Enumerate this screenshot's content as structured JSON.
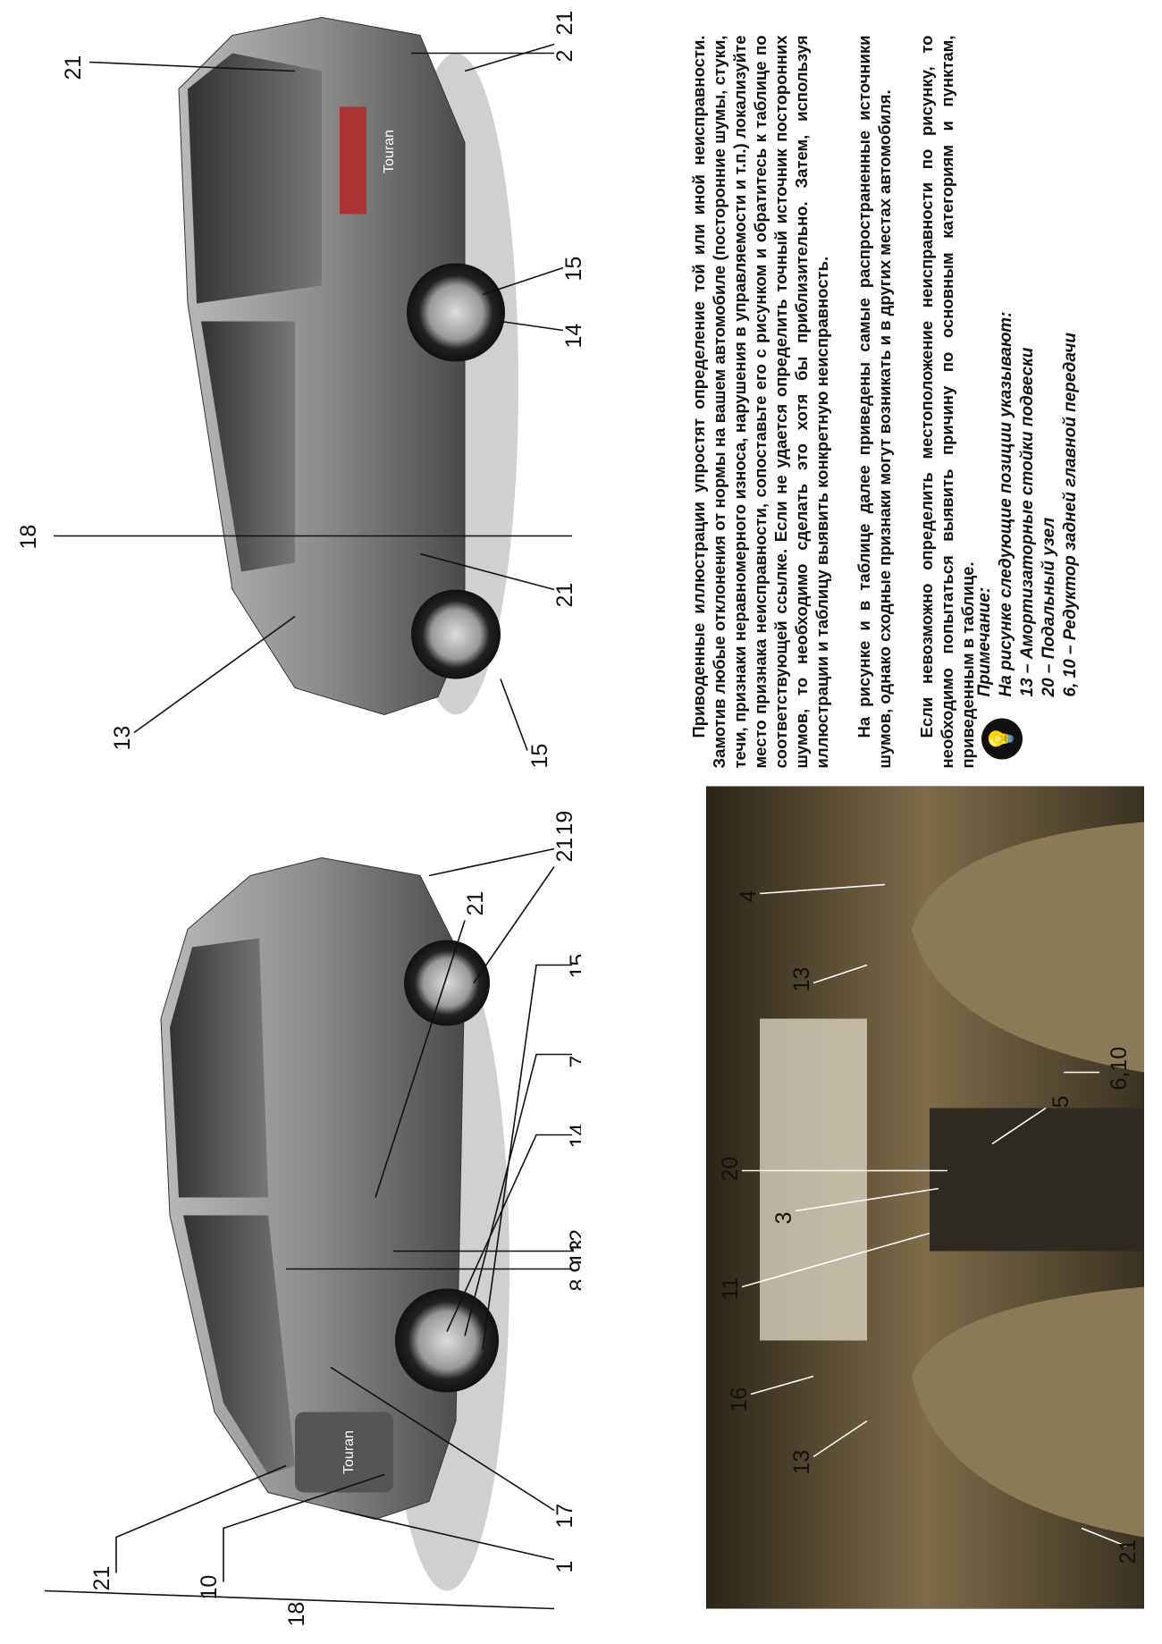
{
  "callouts": {
    "front": [
      "21",
      "10",
      "18",
      "1",
      "17",
      "8,9,12",
      "13",
      "14",
      "7",
      "15",
      "21",
      "21",
      "19"
    ],
    "rear": [
      "15",
      "13",
      "21",
      "18",
      "14",
      "15",
      "2",
      "21",
      "21"
    ],
    "interior": [
      "21",
      "13",
      "16",
      "11",
      "3",
      "20",
      "13",
      "4",
      "5",
      "6,10"
    ]
  },
  "badges": {
    "front_model": "Touran",
    "rear_model": "Touran"
  },
  "paragraphs": [
    "Приводенные иллюстрации упростят определение той или иной неисправности. Замотив любые отклонения от нормы на вашем автомобиле (посторонние шумы, стуки, течи, признаки неравномерного износа, нарушения в управляемости и т.п.) локализуйте место признака неисправности, сопоставьте его с рисунком и обратитесь к таблице по соответствующей ссылке. Если не удается определить точный источник посторонних шумов, то необходимо сделать это хотя бы приблизительно. Затем, используя иллюстрации и таблицу выявить конкретную неисправность.",
    "На рисунке и в таблице далее приведены самые распространенные источники шумов, однако сходные признаки могут возникать и в других местах автомобиля.",
    "Если невозможно определить местоположение неисправности по рисунку, то необходимо попытаться выявить причину по основным категориям и пунктам, приведенным в таблице."
  ],
  "note": {
    "icon": "lightbulb-icon",
    "title": "Примечание:",
    "lines": [
      "На рисунке следующие позиции указывают:",
      "13 – Амортизаторные стойки подвески",
      "20 – Подальный узел",
      "6, 10 – Редуктор задней главной передачи"
    ]
  }
}
